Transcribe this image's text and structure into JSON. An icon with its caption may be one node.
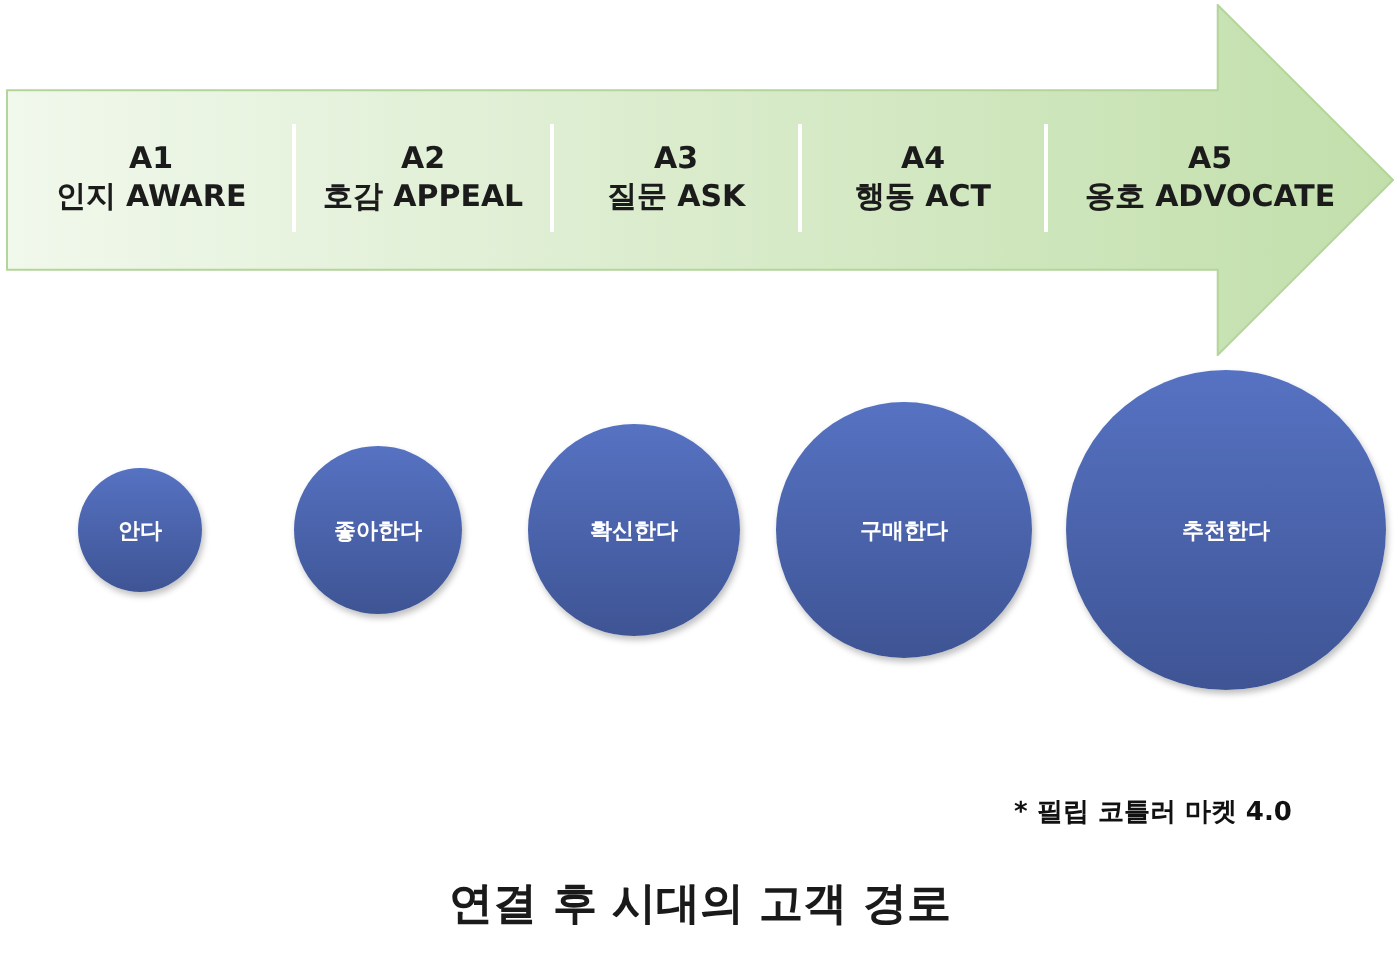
{
  "diagram": {
    "caption": "연결 후 시대의 고객 경로",
    "nodes": [
      {
        "text": [],
        "shape": "arrow"
      },
      {
        "text": [
          "A1",
          "인지 AWARE"
        ],
        "in": 0
      },
      {
        "text": [
          "A2",
          "호감 APPEAL"
        ],
        "in": 0
      },
      {
        "text": [
          "A3",
          "질문 ASK"
        ],
        "in": 0
      },
      {
        "text": [
          "A4",
          "행동 ACT"
        ],
        "in": 0
      },
      {
        "text": [
          "A5",
          "옹호 ADVOCATE"
        ],
        "in": 0
      },
      {
        "text": [
          "안다"
        ]
      },
      {
        "text": [
          "좋아한다"
        ]
      },
      {
        "text": [
          "확신한다"
        ]
      },
      {
        "text": [
          "구매한다"
        ]
      },
      {
        "text": [
          "추천한다"
        ]
      }
    ],
    "labels": [
      "* 필립 코틀러 마켓 4.0"
    ]
  }
}
